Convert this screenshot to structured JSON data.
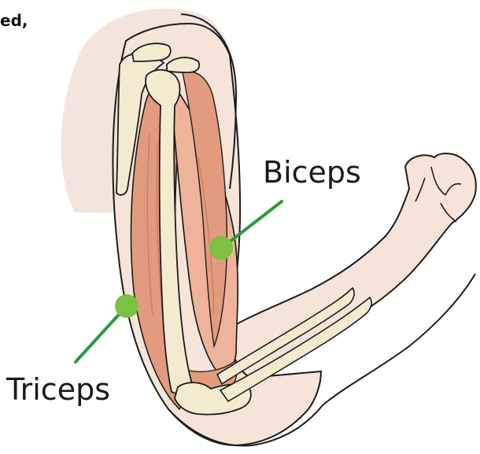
{
  "corner_text": "ed,",
  "labels": {
    "biceps": "Biceps",
    "triceps": "Triceps"
  },
  "colors": {
    "skin": "#f6e4d8",
    "skin_outline": "#1c1c1c",
    "shoulder_shadow": "#efdcd0",
    "bone": "#f3ead0",
    "bone_shade": "#e2d4ae",
    "muscle": "#e39b7f",
    "muscle_light": "#efb39a",
    "muscle_dark": "#c9735a",
    "marker": "#7cc242",
    "leader": "#2e9a3c"
  }
}
